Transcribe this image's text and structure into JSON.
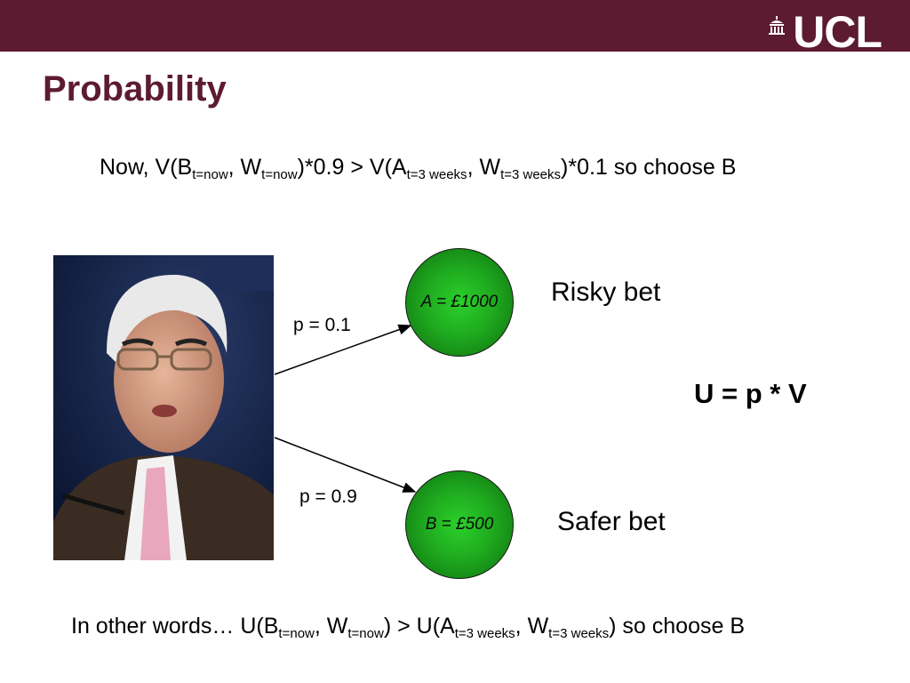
{
  "header": {
    "logo_text": "UCL"
  },
  "slide": {
    "title": "Probability",
    "line1": {
      "p1": "Now, V(B",
      "s1": "t=now",
      "p2": ", W",
      "s2": "t=now",
      "p3": ")*0.9 > V(A",
      "s3": "t=3 weeks",
      "p4": ", W",
      "s4": "t=3 weeks",
      "p5": ")*0.1 so choose B"
    },
    "line2": {
      "p1": "In other words… U(B",
      "s1": "t=now",
      "p2": ", W",
      "s2": "t=now",
      "p3": ") > U(A",
      "s3": "t=3 weeks",
      "p4": ", W",
      "s4": "t=3 weeks",
      "p5": ") so choose B"
    },
    "diagram": {
      "p_top": "p = 0.1",
      "p_bottom": "p = 0.9",
      "node_a": "A = £1000",
      "node_b": "B = £500",
      "risky_label": "Risky bet",
      "safer_label": "Safer bet",
      "formula": "U = p * V"
    }
  },
  "colors": {
    "brand": "#5c1b30",
    "node_green": "#1faa1f"
  }
}
